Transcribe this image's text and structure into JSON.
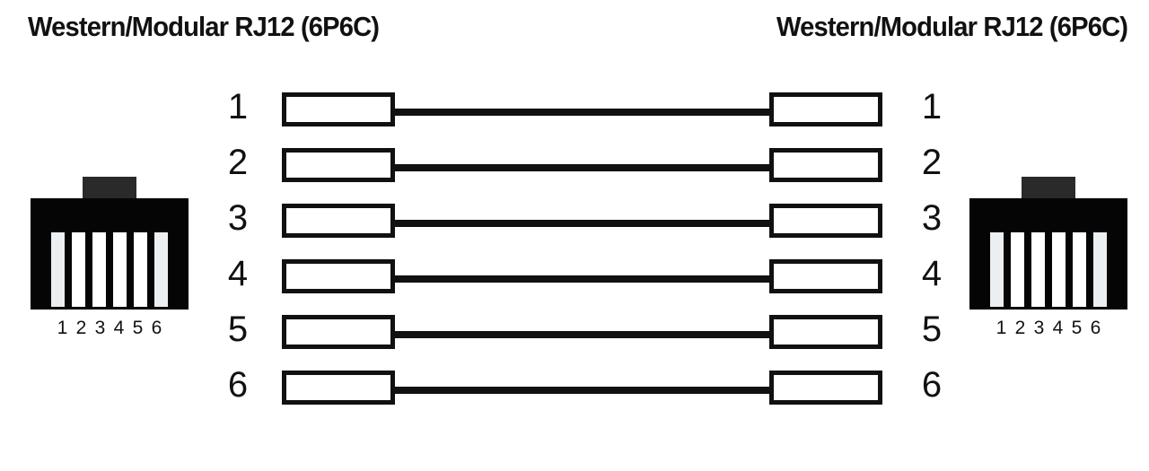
{
  "titles": {
    "left": "Western/Modular RJ12 (6P6C)",
    "right": "Western/Modular RJ12 (6P6C)"
  },
  "colors": {
    "background": "#ffffff",
    "ink": "#111111",
    "connector_body": "#050505",
    "connector_tab": "#2a2a2a",
    "pin_white": "#ffffff",
    "pin_edge": "#eceff1"
  },
  "left_connector": {
    "name": "RJ12 6P6C jack face",
    "pin_count": 6,
    "pin_labels": [
      "1",
      "2",
      "3",
      "4",
      "5",
      "6"
    ]
  },
  "right_connector": {
    "name": "RJ12 6P6C jack face",
    "pin_count": 6,
    "pin_labels": [
      "1",
      "2",
      "3",
      "4",
      "5",
      "6"
    ]
  },
  "wiring": {
    "description": "Straight-through pin-to-pin wiring, 6 conductors",
    "rows": [
      {
        "left_number": "1",
        "right_number": "1"
      },
      {
        "left_number": "2",
        "right_number": "2"
      },
      {
        "left_number": "3",
        "right_number": "3"
      },
      {
        "left_number": "4",
        "right_number": "4"
      },
      {
        "left_number": "5",
        "right_number": "5"
      },
      {
        "left_number": "6",
        "right_number": "6"
      }
    ]
  }
}
